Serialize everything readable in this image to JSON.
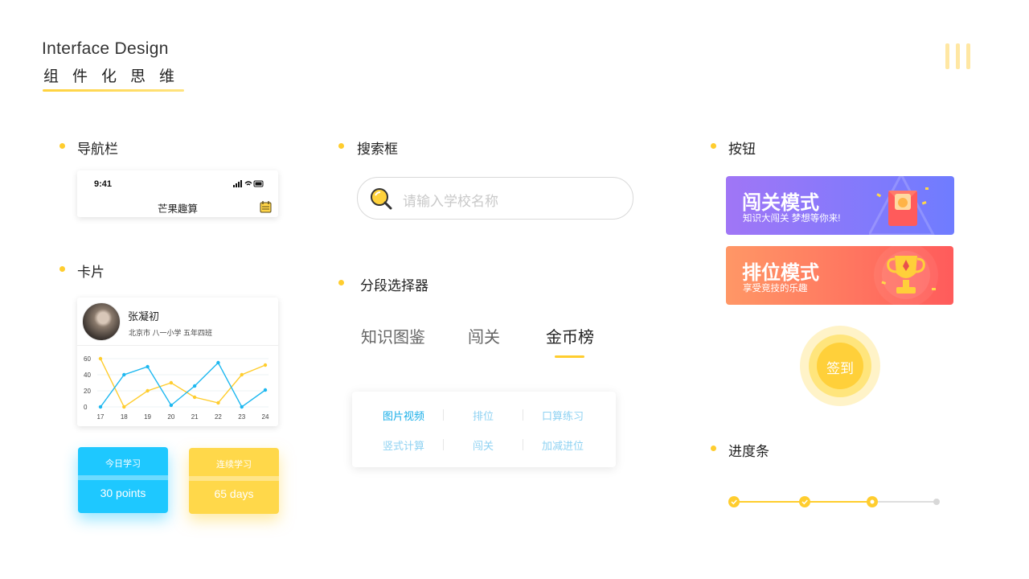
{
  "header": {
    "title_en": "Interface Design",
    "title_cn": "组件化思维"
  },
  "sections": {
    "navbar": "导航栏",
    "card": "卡片",
    "search": "搜索框",
    "segmented": "分段选择器",
    "buttons": "按钮",
    "progress": "进度条"
  },
  "navbar": {
    "time": "9:41",
    "title": "芒果趣算",
    "right_icon": "calendar-icon"
  },
  "card": {
    "name": "张凝初",
    "subtitle": "北京市 八一小学 五年四班",
    "chart_data": {
      "type": "line",
      "x": [
        "17",
        "18",
        "19",
        "20",
        "21",
        "22",
        "23",
        "24"
      ],
      "ylim": [
        0,
        60
      ],
      "yticks": [
        "60",
        "40",
        "20",
        "0"
      ],
      "series": [
        {
          "color": "#ffcd2e",
          "values": [
            60,
            0,
            20,
            30,
            12,
            5,
            40,
            52
          ]
        },
        {
          "color": "#1eb8f0",
          "values": [
            0,
            40,
            50,
            2,
            26,
            55,
            0,
            21
          ]
        }
      ]
    }
  },
  "stats": [
    {
      "label": "今日学习",
      "value": "30 points",
      "color": "#1ec8ff"
    },
    {
      "label": "连续学习",
      "value": "65 days",
      "color": "#ffd84a"
    }
  ],
  "search": {
    "placeholder": "请输入学校名称"
  },
  "segmented": {
    "tabs": [
      "知识图鉴",
      "闯关",
      "金币榜"
    ],
    "active_index": 2,
    "grid": [
      [
        "图片视频",
        "排位",
        "口算练习"
      ],
      [
        "竖式计算",
        "闯关",
        "加减进位"
      ]
    ]
  },
  "buttons": {
    "challenge": {
      "title": "闯关模式",
      "subtitle": "知识大闯关 梦想等你来!"
    },
    "ranking": {
      "title": "排位模式",
      "subtitle": "享受竞技的乐趣"
    },
    "signin": "签到"
  },
  "progress": {
    "steps": 4,
    "completed": 2,
    "current": 3
  }
}
